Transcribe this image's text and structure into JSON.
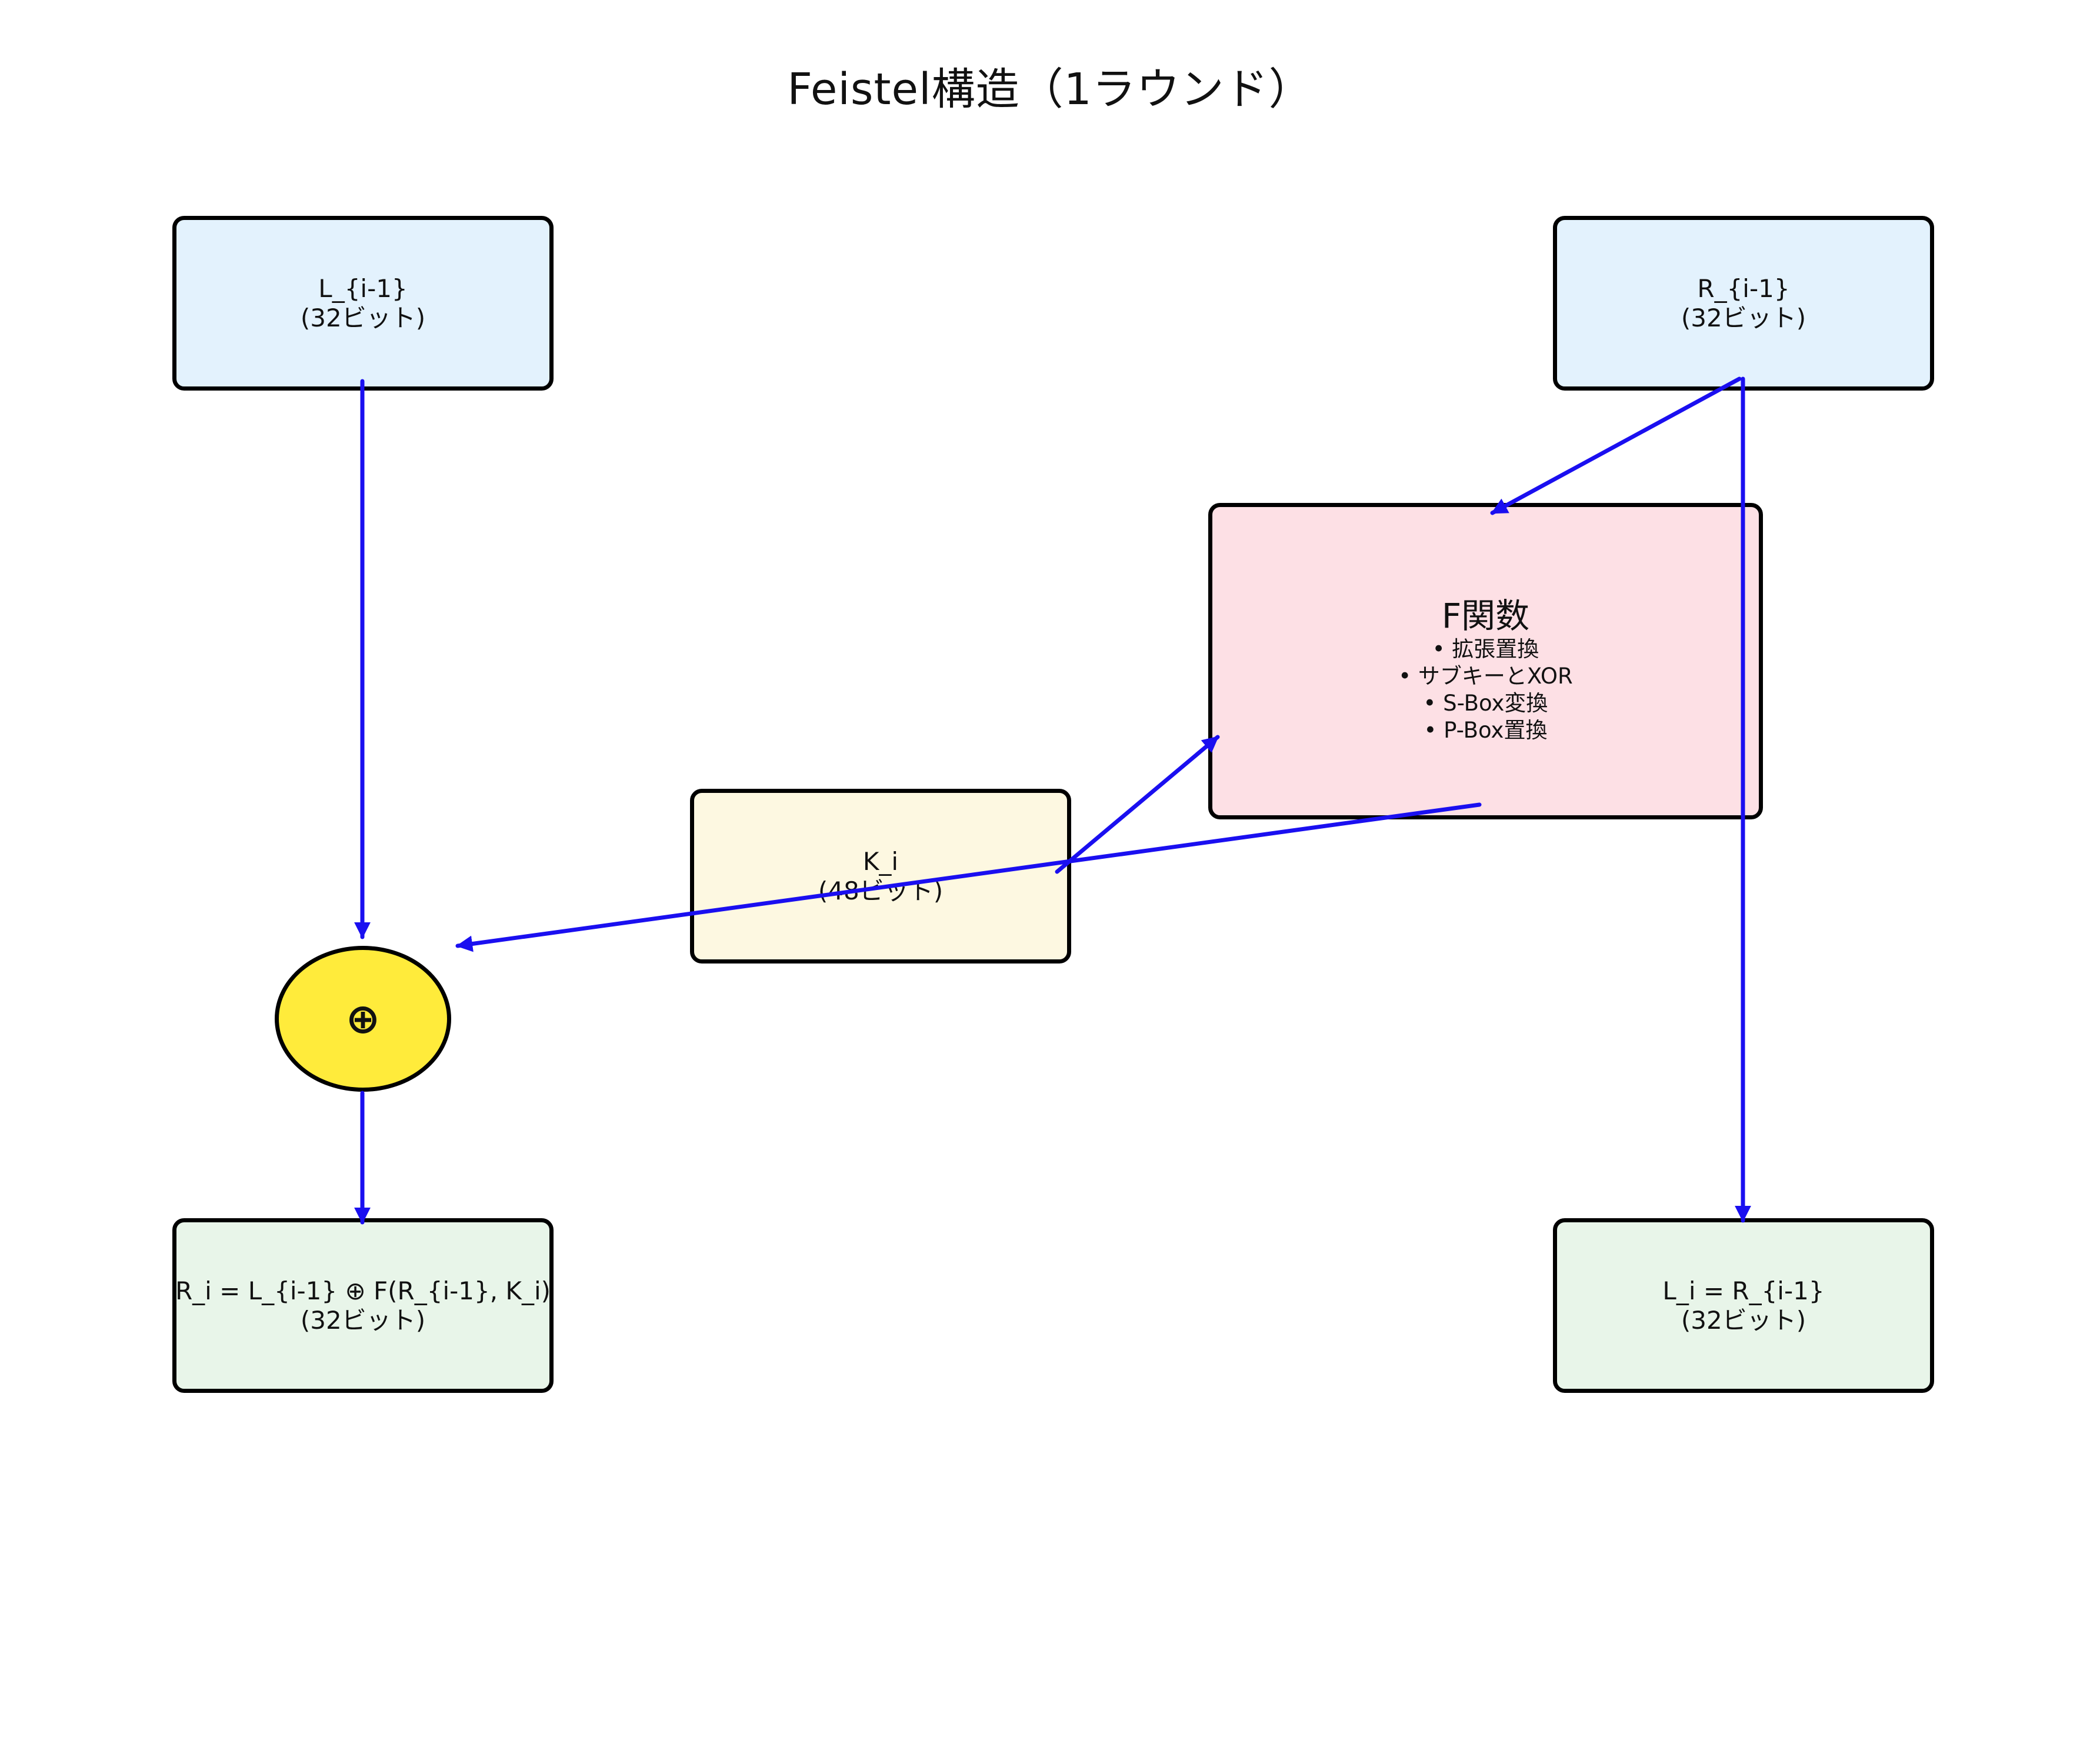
{
  "title": "Feistel構造（1ラウンド）",
  "nodes": {
    "left_input": {
      "name": "L_{i-1}",
      "size": "(32ビット)"
    },
    "right_input": {
      "name": "R_{i-1}",
      "size": "(32ビット)"
    },
    "f_function": {
      "title": "F関数",
      "steps": [
        "• 拡張置換",
        "• サブキーとXOR",
        "• S-Box変換",
        "• P-Box置換"
      ]
    },
    "subkey": {
      "name": "K_i",
      "size": "(48ビット)"
    },
    "xor": {
      "symbol": "⊕"
    },
    "right_output": {
      "formula": "R_i = L_{i-1} ⊕ F(R_{i-1}, K_i)",
      "size": "(32ビット)"
    },
    "left_output": {
      "formula": "L_i = R_{i-1}",
      "size": "(32ビット)"
    }
  },
  "colors": {
    "input_fill": "#e3f2fd",
    "output_fill": "#e8f5e9",
    "key_fill": "#fdf8e1",
    "f_fill": "#fde0e5",
    "xor_fill": "#ffeb3b",
    "arrow": "#1a0ff0",
    "border": "#000000"
  }
}
